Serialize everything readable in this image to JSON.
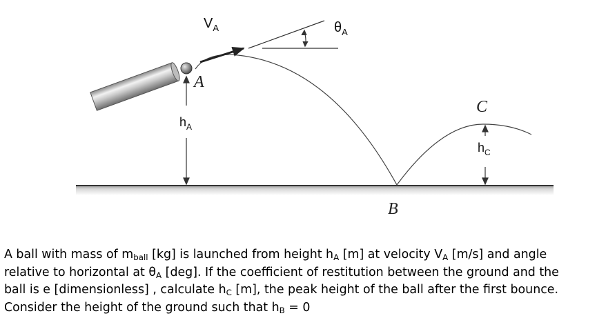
{
  "figure": {
    "labels": {
      "velocity": {
        "main": "V",
        "sub": "A"
      },
      "angle": {
        "main": "θ",
        "sub": "A"
      },
      "point_a": "A",
      "height_a": {
        "main": "h",
        "sub": "A"
      },
      "point_c": "C",
      "height_c": {
        "main": "h",
        "sub": "C"
      },
      "point_b": "B"
    }
  },
  "problem": {
    "l1": {
      "a": "A ball with mass of m",
      "a_sub": "ball",
      "b": " [kg] is launched from height h",
      "b_sub": "A",
      "c": " [m] at velocity V",
      "c_sub": "A",
      "d": " [m/s] and angle"
    },
    "l2": {
      "a": "relative to horizontal at θ",
      "a_sub": "A",
      "b": " [deg]. If the coefficient of restitution between the ground and the"
    },
    "l3": {
      "a": "ball is e [dimensionless] , calculate h",
      "a_sub": "C",
      "b": " [m], the peak height of the ball after the first bounce."
    },
    "l4": {
      "a": "Consider the height of the ground such that h",
      "a_sub": "B",
      "b": " = 0"
    }
  }
}
